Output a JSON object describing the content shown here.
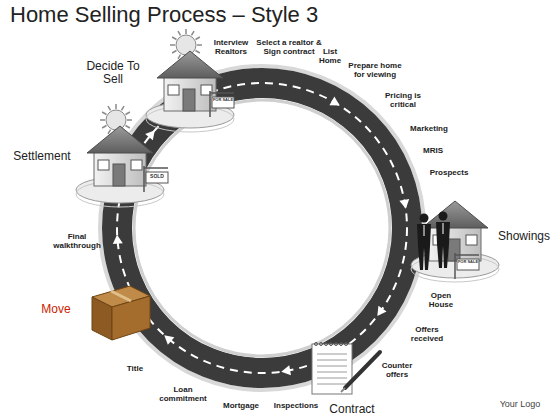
{
  "diagram": {
    "title": "Home Selling Process – Style 3",
    "labels": [
      "Decide To Sell",
      "Interview Realtors",
      "Select a realtor & Sign contract",
      "List Home",
      "Prepare home for viewing",
      "Pricing is critical",
      "Marketing",
      "MRIS",
      "Prospects",
      "Showings",
      "Open House",
      "Offers received",
      "Counter offers",
      "Contract",
      "Inspections",
      "Mortgage",
      "Loan commitment",
      "Title",
      "Move",
      "Final walkthrough",
      "Settlement",
      "FOR SALE",
      "SOLD",
      "FOR SALE",
      "Your Logo"
    ]
  }
}
